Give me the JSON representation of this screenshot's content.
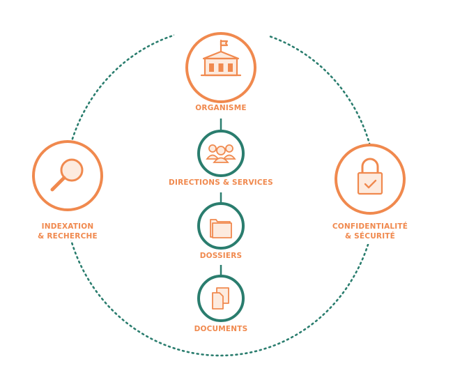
{
  "colors": {
    "orange": "#f0894e",
    "orange_fill": "#fdebdf",
    "teal": "#2a7d6e",
    "teal_fill": "#e3f1ed",
    "background": "#ffffff"
  },
  "diagram": {
    "top": {
      "label": "ORGANISME",
      "icon": "building-flag-icon"
    },
    "levels": [
      {
        "label": "DIRECTIONS & SERVICES",
        "icon": "people-group-icon"
      },
      {
        "label": "DOSSIERS",
        "icon": "folder-icon"
      },
      {
        "label": "DOCUMENTS",
        "icon": "documents-icon"
      }
    ],
    "left": {
      "line1": "INDEXATION",
      "line2": "& RECHERCHE",
      "icon": "magnifier-icon"
    },
    "right": {
      "line1": "CONFIDENTIALITÉ",
      "line2": "& SÉCURITÉ",
      "icon": "padlock-check-icon"
    }
  }
}
